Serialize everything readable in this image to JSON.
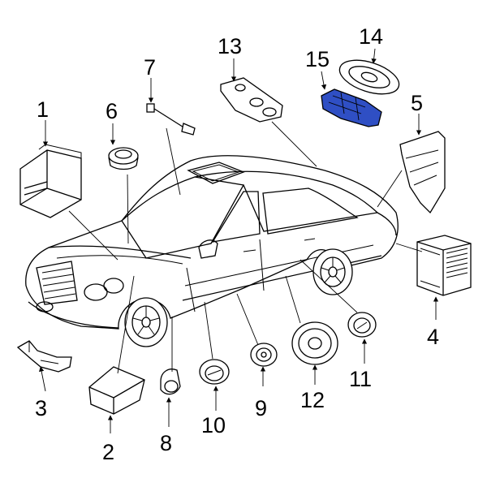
{
  "callouts": [
    {
      "id": "1",
      "label": "1"
    },
    {
      "id": "2",
      "label": "2"
    },
    {
      "id": "3",
      "label": "3"
    },
    {
      "id": "4",
      "label": "4"
    },
    {
      "id": "5",
      "label": "5"
    },
    {
      "id": "6",
      "label": "6"
    },
    {
      "id": "7",
      "label": "7"
    },
    {
      "id": "8",
      "label": "8"
    },
    {
      "id": "9",
      "label": "9"
    },
    {
      "id": "10",
      "label": "10"
    },
    {
      "id": "11",
      "label": "11"
    },
    {
      "id": "12",
      "label": "12"
    },
    {
      "id": "13",
      "label": "13"
    },
    {
      "id": "14",
      "label": "14"
    },
    {
      "id": "15",
      "label": "15"
    }
  ],
  "highlight_color": "#2f4fc4",
  "line_color": "#000000"
}
